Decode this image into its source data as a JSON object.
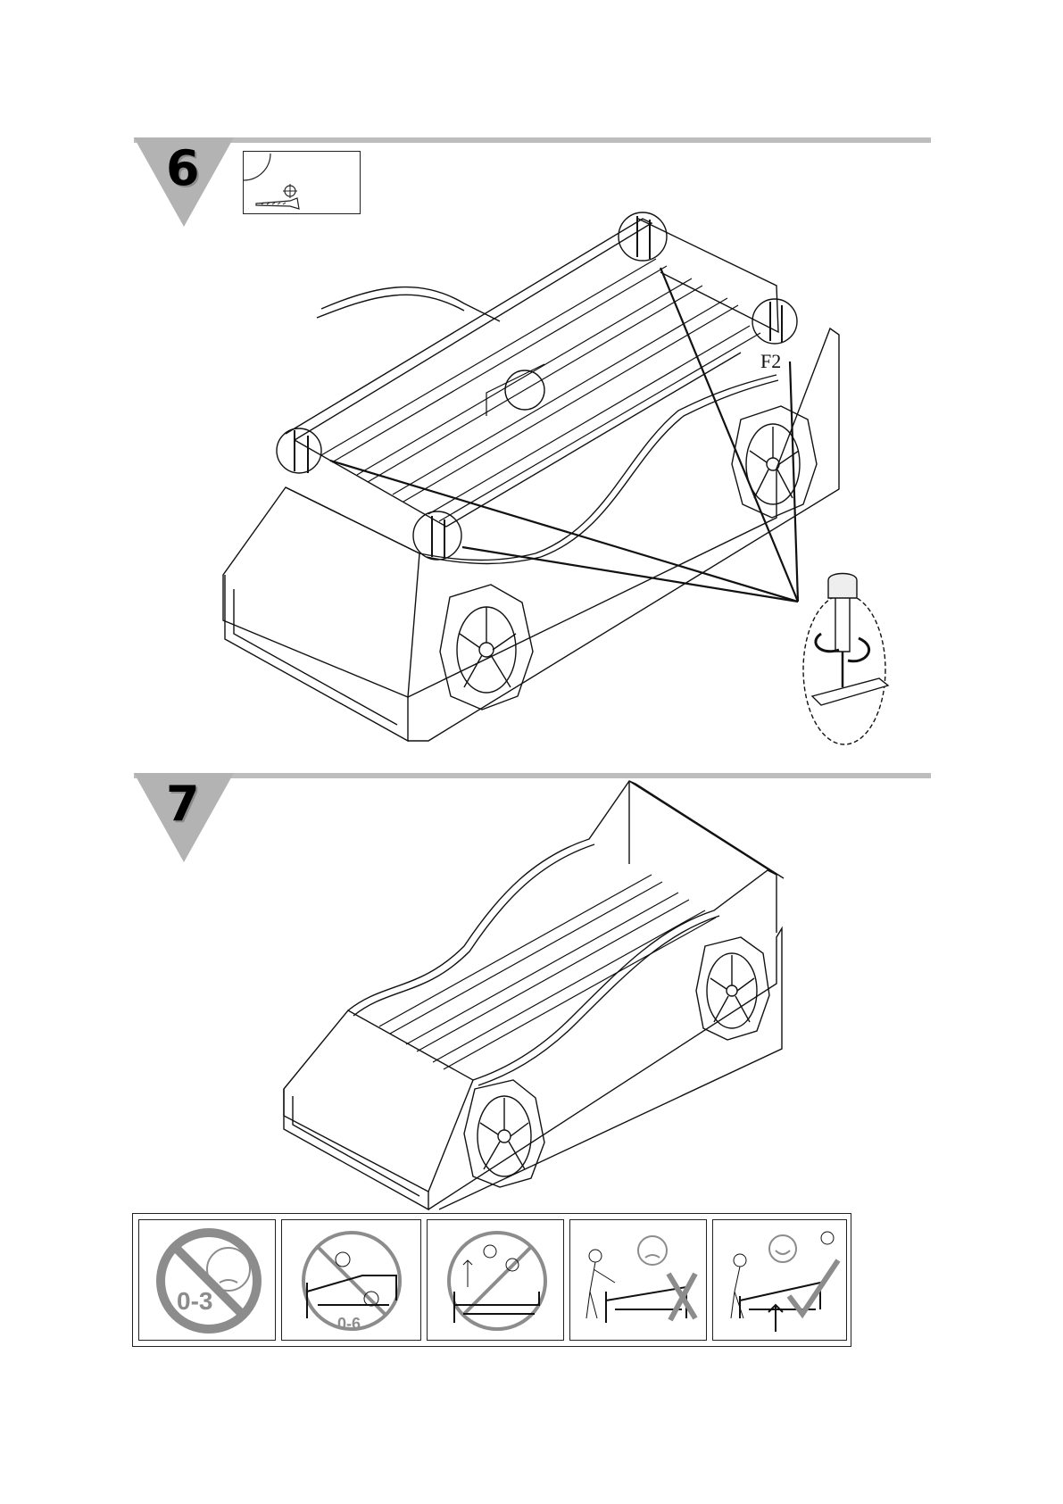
{
  "steps": [
    {
      "number": "6",
      "part_label": "F2"
    },
    {
      "number": "7"
    }
  ],
  "warnings": [
    {
      "icon": "no-infants-icon",
      "age_label": "0-3"
    },
    {
      "icon": "no-children-upper-bunk-icon",
      "age_label": "0-6"
    },
    {
      "icon": "no-jumping-icon"
    },
    {
      "icon": "wrong-lifting-icon"
    },
    {
      "icon": "correct-lifting-icon"
    }
  ],
  "colors": {
    "step_badge": "#b3b3b3",
    "step_bar": "#bdbdbd",
    "warning_stroke": "#8c8c8c",
    "line": "#111111"
  }
}
